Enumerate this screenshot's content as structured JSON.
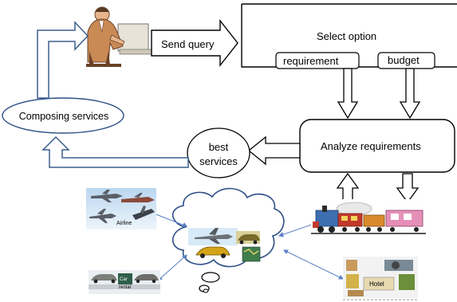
{
  "labels": {
    "send_query": "Send query",
    "select_option": "Select option",
    "requirement": "requirement",
    "budget": "budget",
    "composing_services": "Composing services",
    "analyze_requirements": "Analyze  requirements",
    "best_line1": "best",
    "best_line2": "services"
  },
  "pictures": {
    "airline": "Airline",
    "car_rental_line1": "Car",
    "car_rental_line2": "rental",
    "hotel": "Hotel"
  },
  "colors": {
    "outline": "#000000",
    "arrow_blue": "#3d5f8f",
    "cloud_blue": "#2d4f86",
    "link_blue": "#5a7fc4",
    "sky": "#cfe4f6",
    "sand": "#c89a5c"
  },
  "icons": [
    "user-at-computer-icon",
    "airplane-icon",
    "car-icon",
    "train-icon",
    "hotel-icon",
    "map-icon"
  ]
}
